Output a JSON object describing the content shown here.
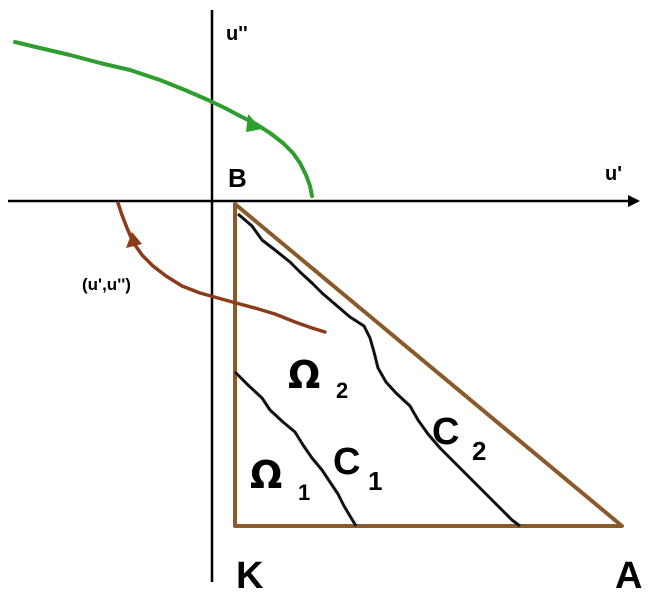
{
  "axes": {
    "horizontal_label": "u'",
    "vertical_label": "u''"
  },
  "vertices": {
    "b": "B",
    "a": "A",
    "k": "K"
  },
  "regions": {
    "omega1": {
      "symbol": "Ω",
      "subscript": "1"
    },
    "omega2": {
      "symbol": "Ω",
      "subscript": "2"
    }
  },
  "curves": {
    "c1": {
      "letter": "C",
      "subscript": "1"
    },
    "c2": {
      "letter": "C",
      "subscript": "2"
    }
  },
  "point_label": "(u',u'')",
  "colors": {
    "axis": "#000000",
    "triangle": "#8b5a2b",
    "curve_inner": "#111111",
    "trajectory_outer": "#2e9e2e",
    "trajectory_inner": "#8b3a1a"
  }
}
